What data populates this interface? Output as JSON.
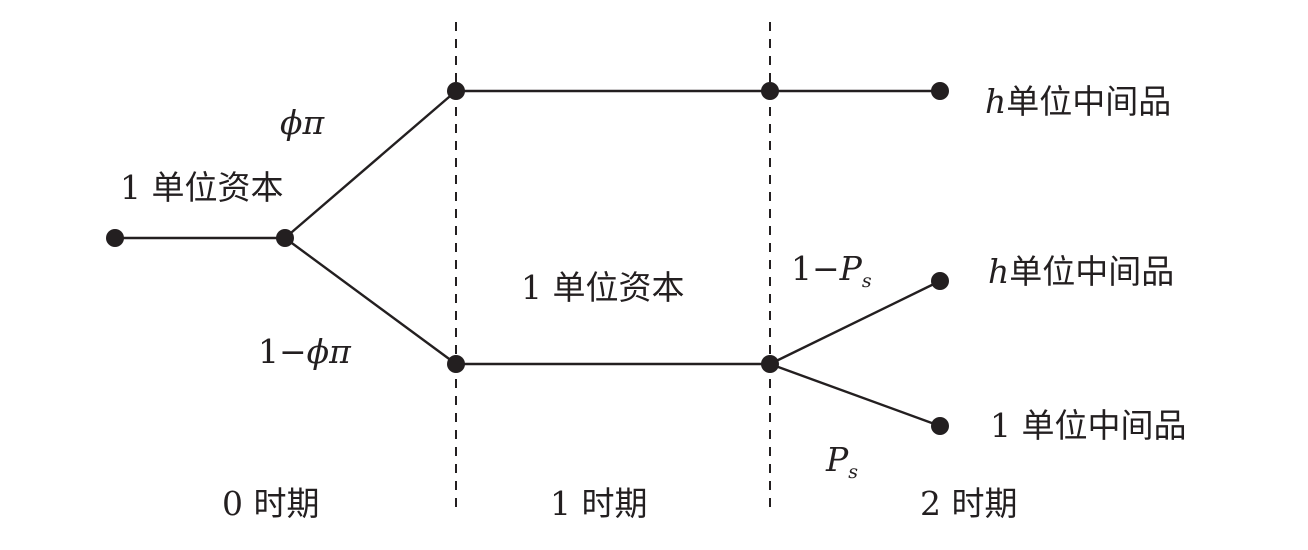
{
  "colors": {
    "ink": "#231f20",
    "background": "#ffffff"
  },
  "labels": {
    "start_capital": "1 单位资本",
    "branch_up_prob": "ϕπ",
    "branch_down_prob_prefix": "1−",
    "branch_down_prob_symbol": "ϕπ",
    "middle_capital": "1 单位资本",
    "prob_no_shock_prefix": "1−",
    "prob_symbol": "P",
    "prob_subscript": "s",
    "outcome_top_var": "h",
    "outcome_top_text": "单位中间品",
    "outcome_mid_var": "h",
    "outcome_mid_text": "单位中间品",
    "outcome_bottom_text": "1 单位中间品"
  },
  "periods": [
    {
      "label": "0 时期"
    },
    {
      "label": "1 时期"
    },
    {
      "label": "2 时期"
    }
  ]
}
